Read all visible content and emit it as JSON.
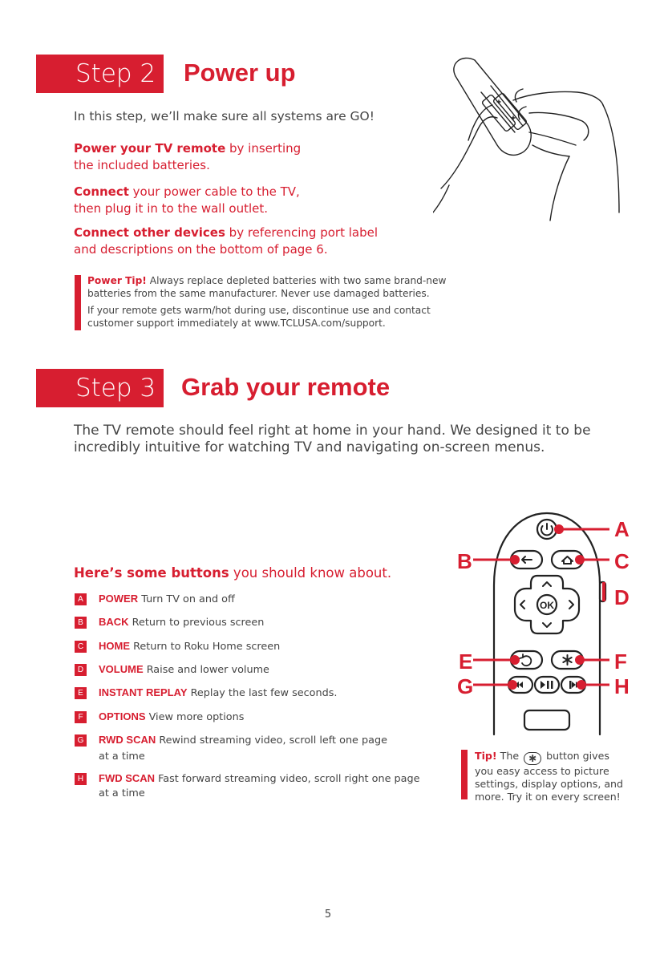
{
  "step2": {
    "tag": "Step 2",
    "title": "Power up",
    "intro": "In this step, we’ll make sure all systems are GO!",
    "items": [
      {
        "bold": "Power your TV remote",
        "rest_line1": " by inserting",
        "line2": "the included batteries."
      },
      {
        "bold": "Connect",
        "rest_line1": " your power cable to the TV,",
        "line2": "then plug it in to the wall outlet."
      },
      {
        "bold": "Connect other devices",
        "rest_line1": " by referencing port label",
        "line2": "and descriptions on the bottom of page 6."
      }
    ],
    "tip": {
      "label": "Power Tip!",
      "line1": " Always replace depleted batteries with two same brand-new",
      "line2": "batteries from the same manufacturer. Never use damaged batteries.",
      "line3": "If your remote gets warm/hot during use, discontinue use and contact",
      "line4": "customer support immediately at www.TCLUSA.com/support."
    }
  },
  "step3": {
    "tag": "Step 3",
    "title": "Grab your remote",
    "intro_line1": "The TV remote should feel right at home in your hand. We designed it to be",
    "intro_line2": "incredibly intuitive for watching TV and navigating on-screen menus.",
    "buttons_heading_bold": "Here’s some buttons",
    "buttons_heading_rest": " you should know about.",
    "buttons": [
      {
        "letter": "A",
        "name": "POWER",
        "desc": " Turn TV on and off",
        "desc2": ""
      },
      {
        "letter": "B",
        "name": "BACK",
        "desc": " Return to previous screen",
        "desc2": ""
      },
      {
        "letter": "C",
        "name": "HOME",
        "desc": " Return to Roku Home screen",
        "desc2": ""
      },
      {
        "letter": "D",
        "name": "VOLUME",
        "desc": " Raise and lower volume",
        "desc2": ""
      },
      {
        "letter": "E",
        "name": "INSTANT REPLAY",
        "desc": " Replay the last few seconds.",
        "desc2": ""
      },
      {
        "letter": "F",
        "name": "OPTIONS",
        "desc": " View more options",
        "desc2": ""
      },
      {
        "letter": "G",
        "name": "RWD SCAN",
        "desc": " Rewind streaming video, scroll left one page",
        "desc2": "at a time"
      },
      {
        "letter": "H",
        "name": "FWD SCAN",
        "desc": " Fast forward streaming video, scroll right one page",
        "desc2": "at a time"
      }
    ],
    "remote_labels": {
      "A": "A",
      "B": "B",
      "C": "C",
      "D": "D",
      "E": "E",
      "F": "F",
      "G": "G",
      "H": "H",
      "ok": "OK"
    },
    "tip": {
      "label": "Tip!",
      "pre": " The",
      "post": " button gives",
      "line2": "you easy access to picture",
      "line3": "settings, display options, and",
      "line4": "more. Try it on every screen!"
    }
  },
  "page_number": "5",
  "colors": {
    "accent": "#D71E30"
  }
}
